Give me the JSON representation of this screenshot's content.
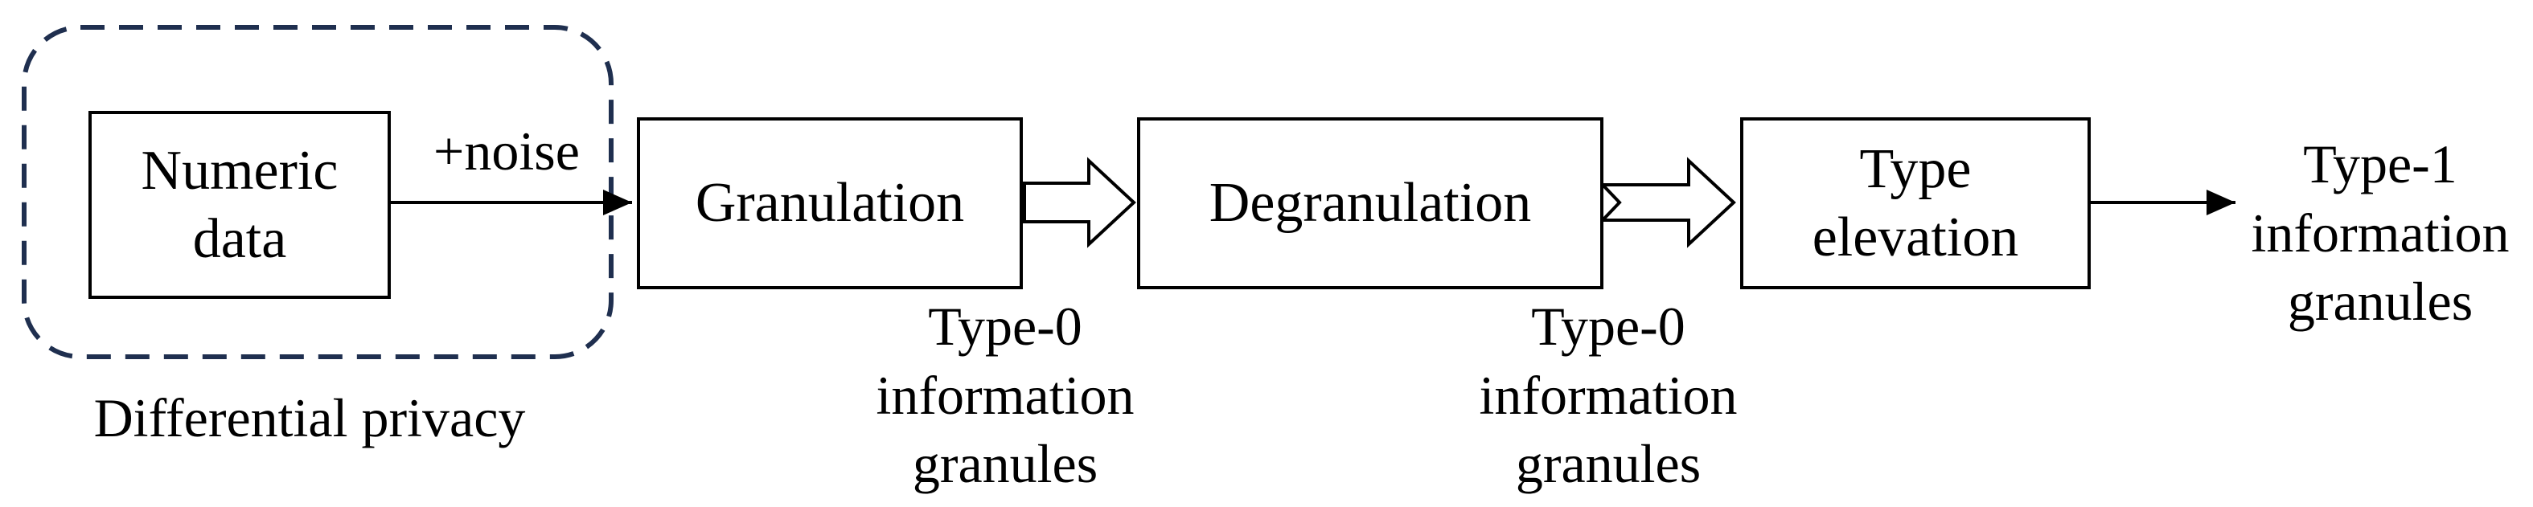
{
  "diagram": {
    "region": {
      "label": "Differential privacy",
      "border_color": "#1f2f4f"
    },
    "boxes": {
      "numeric_data": [
        "Numeric",
        "data"
      ],
      "granulation": "Granulation",
      "degranulation": "Degranulation",
      "type_elevation": [
        "Type",
        "elevation"
      ]
    },
    "arrows": {
      "noise_label": "+noise"
    },
    "outputs": {
      "after_granulation": [
        "Type-0",
        "information",
        "granules"
      ],
      "after_degranulation": [
        "Type-0",
        "information",
        "granules"
      ],
      "final": [
        "Type-1",
        "information",
        "granules"
      ]
    }
  }
}
